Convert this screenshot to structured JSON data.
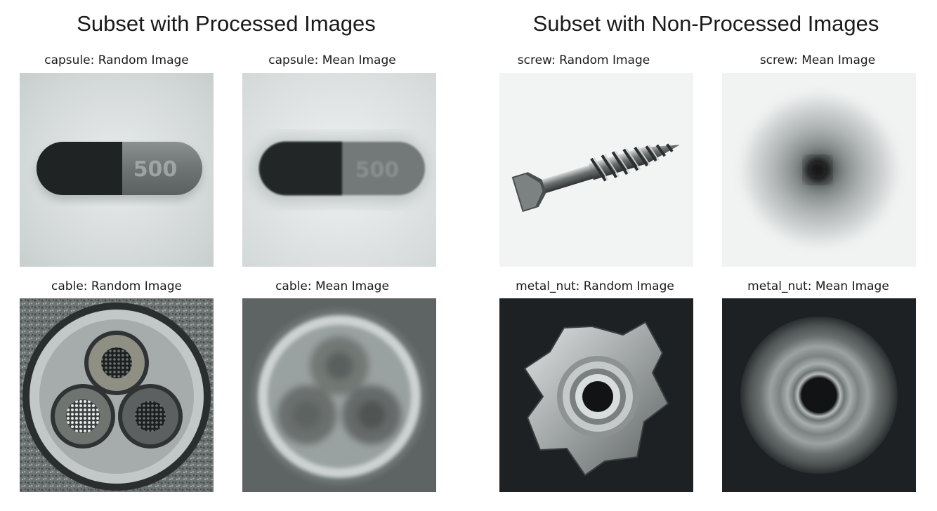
{
  "figure": {
    "groups": [
      {
        "title": "Subset with Processed Images"
      },
      {
        "title": "Subset with Non-Processed Images"
      }
    ],
    "panels": [
      {
        "caption": "capsule: Random Image",
        "icon": "capsule-photo",
        "text_on_object": "500"
      },
      {
        "caption": "capsule: Mean Image",
        "icon": "capsule-mean-photo",
        "text_on_object": "500"
      },
      {
        "caption": "screw: Random Image",
        "icon": "screw-photo"
      },
      {
        "caption": "screw: Mean Image",
        "icon": "screw-mean-photo"
      },
      {
        "caption": "cable: Random Image",
        "icon": "cable-photo"
      },
      {
        "caption": "cable: Mean Image",
        "icon": "cable-mean-photo"
      },
      {
        "caption": "metal_nut: Random Image",
        "icon": "metal-nut-photo"
      },
      {
        "caption": "metal_nut: Mean Image",
        "icon": "metal-nut-mean-photo"
      }
    ]
  }
}
